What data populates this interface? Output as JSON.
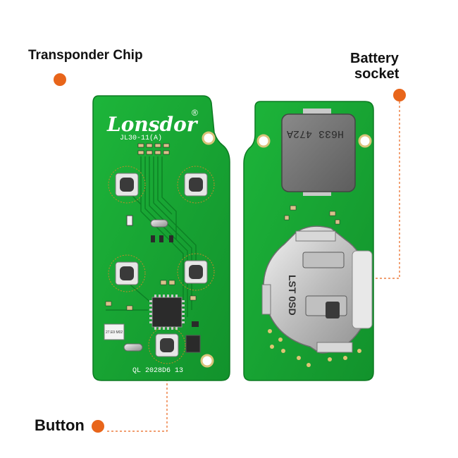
{
  "callouts": {
    "transponder": "Transponder Chip",
    "battery_line1": "Battery",
    "battery_line2": "socket",
    "button": "Button"
  },
  "board": {
    "brand": "Lonsdor",
    "registered": "®",
    "model": "JL30-11(A)",
    "serial": "QL 2028D6 13",
    "battery_marking": "LST 0SD",
    "inductor_marking": "H633 472A",
    "crystal_marking": "27.E9 M02"
  },
  "colors": {
    "pcb": "#17a233",
    "pcb_dark": "#0f8a28",
    "accent": "#e8651a",
    "metal": "#c9c9c9"
  }
}
